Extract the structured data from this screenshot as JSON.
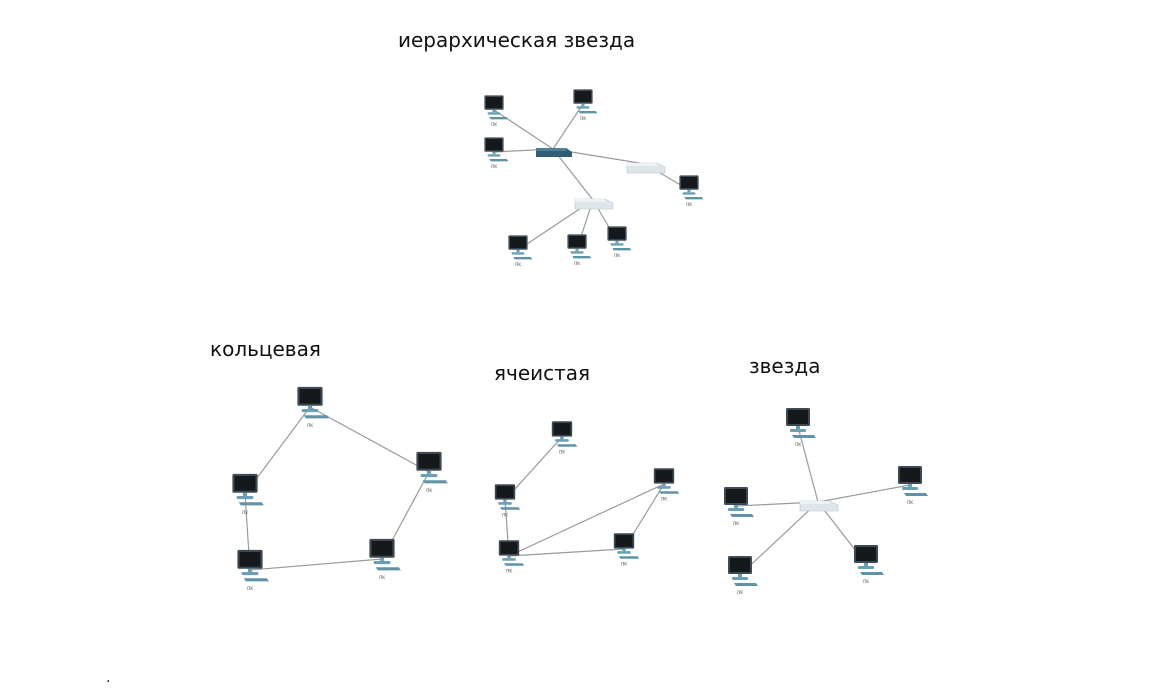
{
  "titles": {
    "hierarchical": "иерархическая звезда",
    "ring": "кольцевая",
    "mesh": "ячеистая",
    "star": "звезда"
  },
  "pc_label": "пк",
  "colors": {
    "monitor_frame": "#3d4a55",
    "screen": "#16191c",
    "base": "#6d9fb4",
    "keyboard": "#5f93a8",
    "switch": "#2f5e76",
    "hub": "#dfe6ea",
    "link": "#9a9a9a"
  },
  "diagrams": {
    "hierarchical": {
      "nodes": [
        {
          "id": "pc1",
          "kind": "pc"
        },
        {
          "id": "pc2",
          "kind": "pc"
        },
        {
          "id": "pc3",
          "kind": "pc"
        },
        {
          "id": "sw",
          "kind": "switch"
        },
        {
          "id": "hub1",
          "kind": "hub"
        },
        {
          "id": "pc4",
          "kind": "pc"
        },
        {
          "id": "hub2",
          "kind": "hub"
        },
        {
          "id": "pc5",
          "kind": "pc"
        },
        {
          "id": "pc6",
          "kind": "pc"
        },
        {
          "id": "pc7",
          "kind": "pc"
        }
      ],
      "links": [
        [
          "pc1",
          "sw"
        ],
        [
          "pc2",
          "sw"
        ],
        [
          "pc3",
          "sw"
        ],
        [
          "sw",
          "hub1"
        ],
        [
          "hub1",
          "pc4"
        ],
        [
          "sw",
          "hub2"
        ],
        [
          "hub2",
          "pc5"
        ],
        [
          "hub2",
          "pc6"
        ],
        [
          "hub2",
          "pc7"
        ]
      ]
    },
    "ring": {
      "nodes": [
        {
          "id": "r1",
          "kind": "pc"
        },
        {
          "id": "r2",
          "kind": "pc"
        },
        {
          "id": "r3",
          "kind": "pc"
        },
        {
          "id": "r4",
          "kind": "pc"
        },
        {
          "id": "r5",
          "kind": "pc"
        }
      ],
      "links": [
        [
          "r1",
          "r2"
        ],
        [
          "r2",
          "r3"
        ],
        [
          "r3",
          "r4"
        ],
        [
          "r4",
          "r5"
        ],
        [
          "r5",
          "r1"
        ]
      ]
    },
    "mesh": {
      "nodes": [
        {
          "id": "m1",
          "kind": "pc"
        },
        {
          "id": "m2",
          "kind": "pc"
        },
        {
          "id": "m3",
          "kind": "pc"
        },
        {
          "id": "m4",
          "kind": "pc"
        },
        {
          "id": "m5",
          "kind": "pc"
        }
      ],
      "links": [
        [
          "m1",
          "m2"
        ],
        [
          "m2",
          "m3"
        ],
        [
          "m3",
          "m4"
        ],
        [
          "m3",
          "m5"
        ],
        [
          "m5",
          "m4"
        ]
      ]
    },
    "star": {
      "nodes": [
        {
          "id": "sh",
          "kind": "hub"
        },
        {
          "id": "s1",
          "kind": "pc"
        },
        {
          "id": "s2",
          "kind": "pc"
        },
        {
          "id": "s3",
          "kind": "pc"
        },
        {
          "id": "s4",
          "kind": "pc"
        },
        {
          "id": "s5",
          "kind": "pc"
        }
      ],
      "links": [
        [
          "sh",
          "s1"
        ],
        [
          "sh",
          "s2"
        ],
        [
          "sh",
          "s3"
        ],
        [
          "sh",
          "s4"
        ],
        [
          "sh",
          "s5"
        ]
      ]
    }
  },
  "footer_mark": "."
}
